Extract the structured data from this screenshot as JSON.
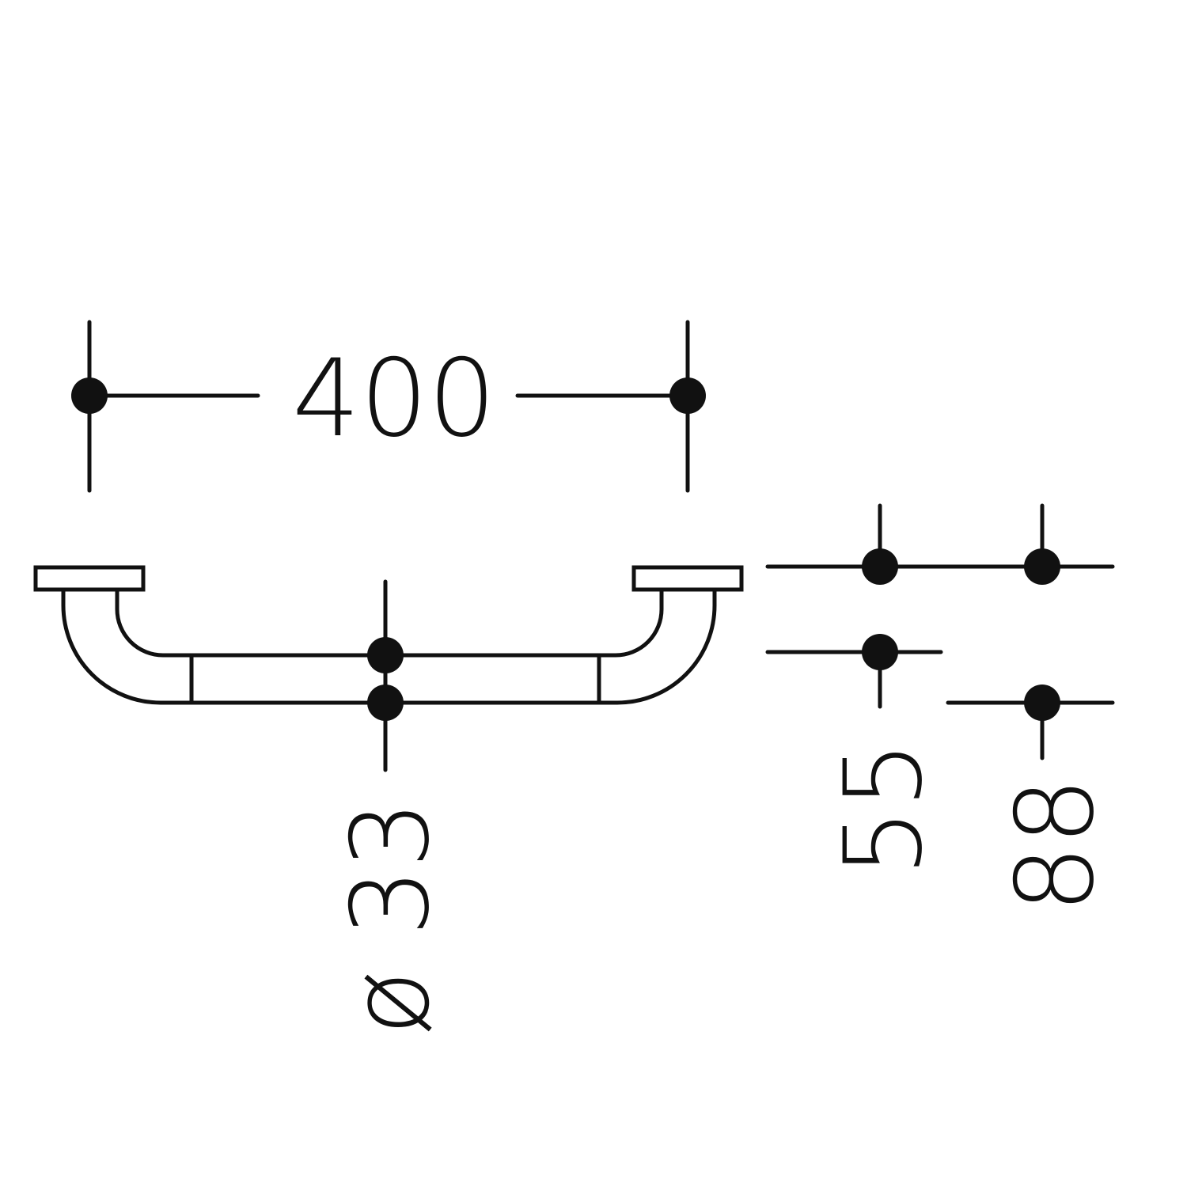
{
  "diagram": {
    "type": "grab-bar-dimension-drawing",
    "dimensions": {
      "length": "400",
      "tube_diameter": "ø 33",
      "wall_clearance_inner": "55",
      "projection_outer": "88"
    },
    "colors": {
      "line": "#111111",
      "background": "#ffffff"
    }
  }
}
